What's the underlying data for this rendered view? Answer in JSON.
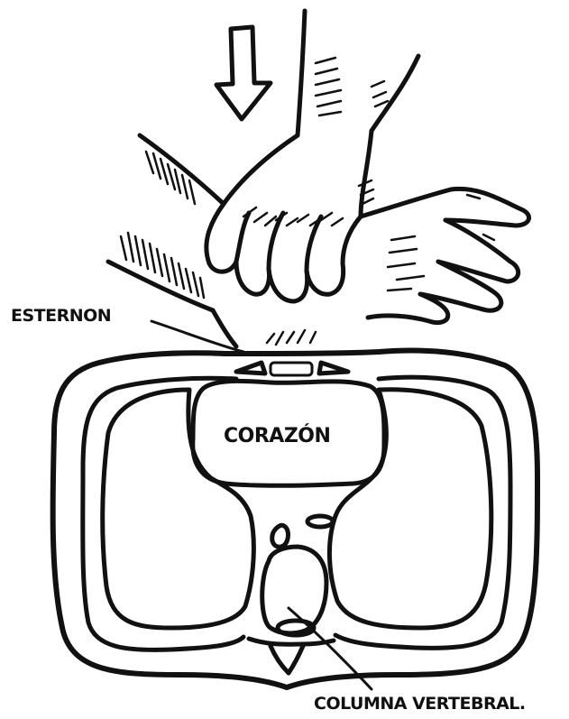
{
  "labels": {
    "sternum": "ESTERNON",
    "heart": "CORAZÓN",
    "spine": "COLUMNA VERTEBRAL."
  },
  "colors": {
    "ink": "#111111",
    "background": "#ffffff"
  },
  "icons": {
    "arrow": "down-arrow-icon"
  }
}
